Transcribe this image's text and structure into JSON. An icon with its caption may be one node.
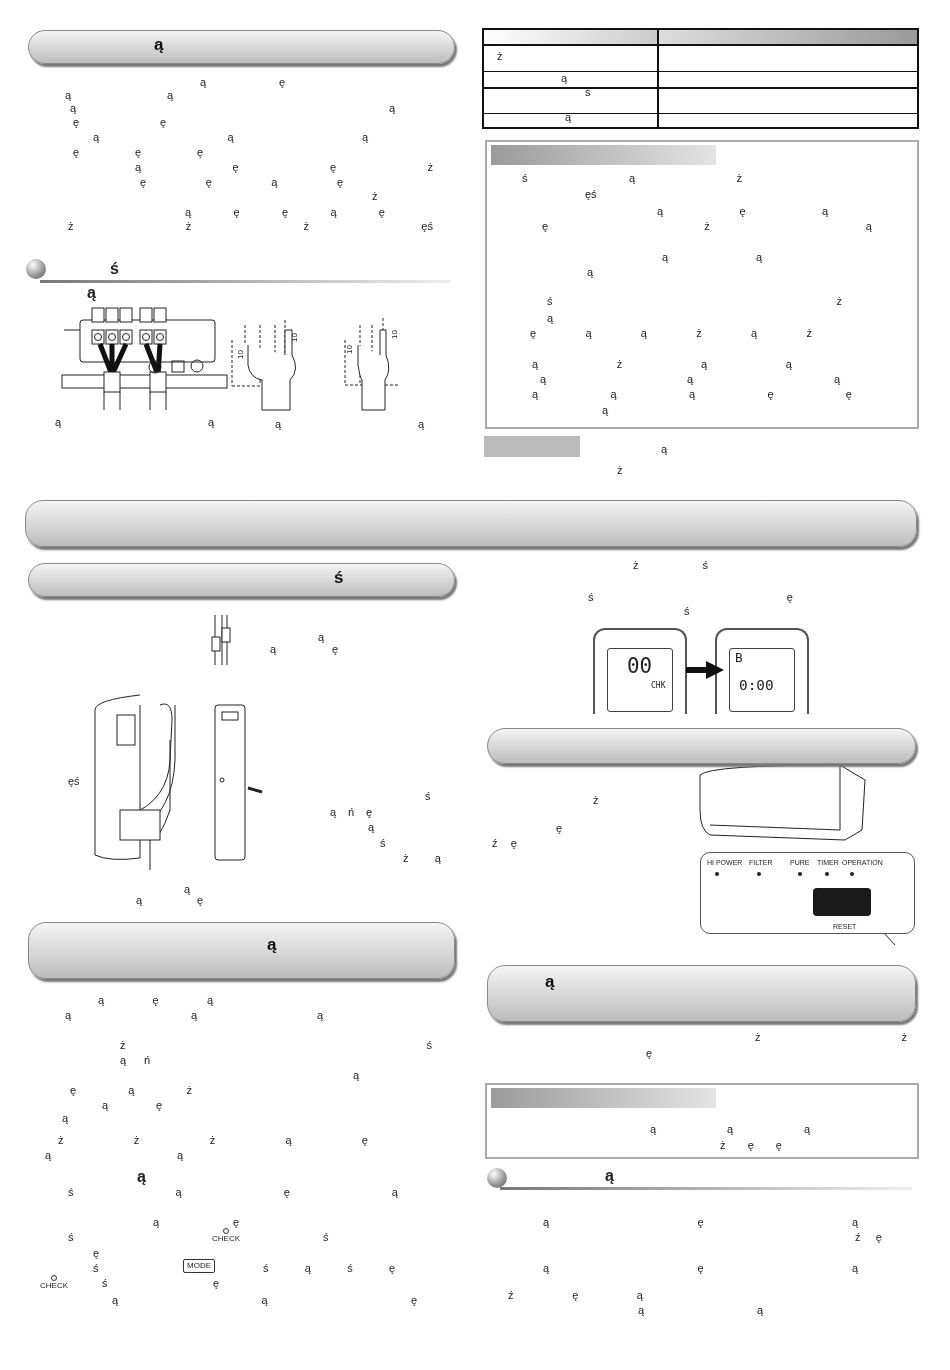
{
  "diagram": {
    "nodes": [
      {
        "text": [
          "ą"
        ]
      },
      {
        "text": [
          "ś ą ż",
          "ęś",
          "ą ę ą",
          "ę ż ą",
          "ą ą",
          "ą",
          "ś ż",
          "ą",
          "ę ą ą ż ą ż",
          "ą ż ą ą",
          "ą ą ą",
          "ą ą ą ę ę",
          "ą"
        ]
      },
      {
        "text": [],
        "shape": "box"
      },
      {
        "text": [],
        "shape": "box"
      },
      {
        "text": [
          "ś"
        ]
      },
      {
        "text": [
          "00",
          "CHK"
        ]
      },
      {
        "text": [
          "B",
          "0:00"
        ]
      },
      {
        "text": [],
        "shape": "box"
      },
      {
        "text": [
          "ą"
        ]
      },
      {
        "text": [
          "ą"
        ]
      },
      {
        "text": [
          "ą ą ą",
          "ż ę ę"
        ]
      },
      {
        "text": [
          "HI POWER",
          "FILTER",
          "PURE",
          "TIMER",
          "OPERATION",
          "RESET"
        ]
      }
    ],
    "edges": [
      {
        "from": 5,
        "to": 6,
        "arrow": "to"
      }
    ],
    "labels": [
      "ą ę",
      "ą ą",
      "ą ą",
      "ę ę",
      "ą ą ą",
      "ę ę ę",
      "ą ę ę ż",
      "ę ę ą ę",
      "ż",
      "ą ę ę ą ę",
      "ż ż ż ęś",
      "ś",
      "ą",
      "10",
      "10",
      "10",
      "10",
      "ą",
      "ą",
      "ą",
      "ą",
      "ż",
      "ą",
      "ś",
      "ą",
      "ą",
      "ż",
      "ą",
      "ą",
      "ę",
      "ęś",
      "ś",
      "ą ń ę",
      "ą",
      "ś",
      "ż ą",
      "ą",
      "ą",
      "ę",
      "ą ę ą",
      "ą ą ą",
      "ż ś",
      "ą ń",
      "ą",
      "ę ą ż",
      "ą ę",
      "ą",
      "ż ż ż ą ę",
      "ą ą",
      "ą",
      "ś ą ę ą",
      "ą ę",
      "ś",
      "CHECK",
      "ś",
      "ę",
      "ś",
      "MODE",
      "ś ą ś ę",
      "CHECK",
      "ś",
      "ę",
      "ą ą ę",
      "ż ś",
      "ś ę",
      "ś",
      "ż",
      "ę",
      "ź ę",
      "ż ż",
      "ę",
      "ą",
      "ą ę ą",
      "ź ę",
      "ą ę ą",
      "ź ę ą",
      "ą ą"
    ]
  }
}
